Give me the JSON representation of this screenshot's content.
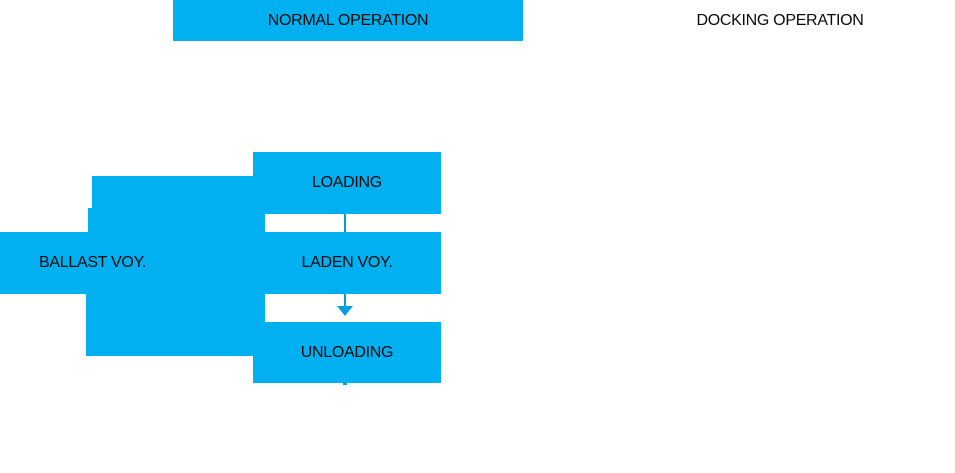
{
  "headers": {
    "normal": "NORMAL OPERATION",
    "docking": "DOCKING OPERATION"
  },
  "nodes": {
    "loading": "LOADING",
    "laden": "LADEN VOY.",
    "unloading": "UNLOADING",
    "ballast": "BALLAST VOY."
  },
  "connections": [
    {
      "from": "LOADING",
      "to": "LADEN VOY.",
      "style": "plain-line"
    },
    {
      "from": "LADEN VOY.",
      "to": "UNLOADING",
      "style": "arrow-down"
    },
    {
      "from": "UNLOADING",
      "to": "BALLAST VOY.",
      "style": "solid-block-loop"
    },
    {
      "from": "BALLAST VOY.",
      "to": "LOADING",
      "style": "solid-block-loop"
    }
  ],
  "colors": {
    "box_fill": "#00B0F0",
    "connector": "#00A0E0",
    "text_color": "#0a0a0a",
    "background": "#ffffff"
  }
}
